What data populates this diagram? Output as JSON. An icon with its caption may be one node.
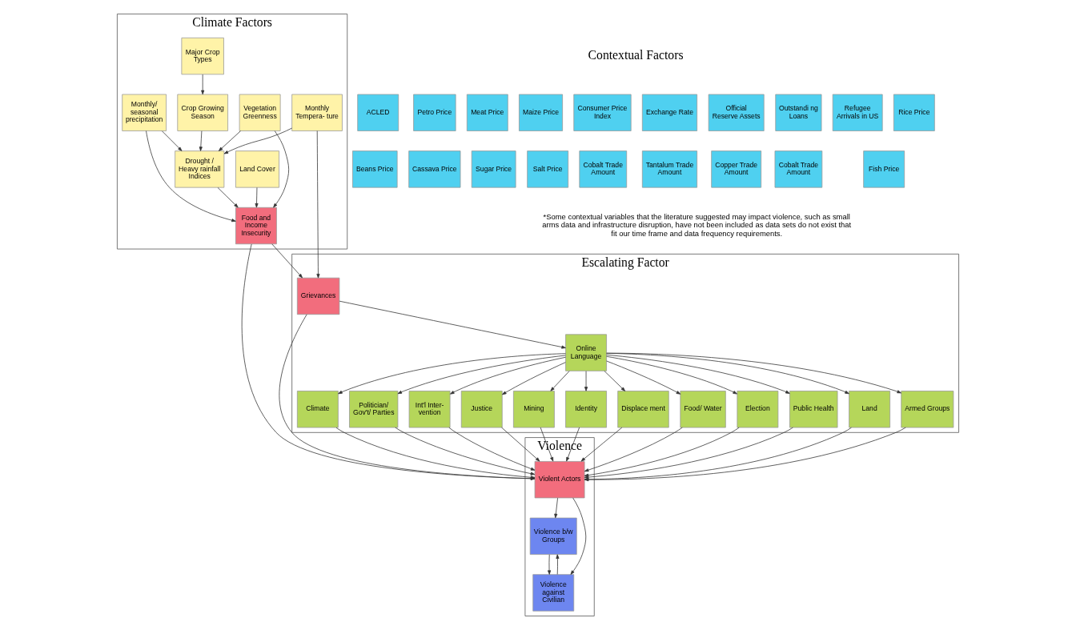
{
  "diagram": {
    "nodes": [
      {
        "text": [
          "Climate Factors"
        ]
      },
      {
        "text": [
          "Major Crop Types"
        ],
        "in": 0
      },
      {
        "text": [
          "Crop Growing Season"
        ],
        "in": 0
      },
      {
        "text": [
          "Monthly Tempera- ture"
        ],
        "in": 0
      },
      {
        "text": [
          "Monthly/ seasonal precipitation"
        ],
        "in": 0
      },
      {
        "text": [
          "Drought / Heavy rainfall Indices"
        ],
        "in": 0
      },
      {
        "text": [
          "Land Cover"
        ],
        "in": 0
      },
      {
        "text": [
          "Vegetation Greenness"
        ],
        "in": 0
      },
      {
        "text": [
          "Food and Income Insecurity"
        ],
        "in": 0
      },
      {
        "text": [
          "ACLED"
        ]
      },
      {
        "text": [
          "Petro Price"
        ]
      },
      {
        "text": [
          "Meat Price"
        ]
      },
      {
        "text": [
          "Maize Price"
        ]
      },
      {
        "text": [
          "Rice Price"
        ]
      },
      {
        "text": [
          "Consumer Price Index"
        ]
      },
      {
        "text": [
          "Exchange Rate"
        ]
      },
      {
        "text": [
          "Official Reserve Assets"
        ]
      },
      {
        "text": [
          "Outstandi ng Loans"
        ]
      },
      {
        "text": [
          "Refugee Arrivals in US"
        ]
      },
      {
        "text": [
          "Beans Price"
        ]
      },
      {
        "text": [
          "Cassava Price"
        ]
      },
      {
        "text": [
          "Sugar Price"
        ]
      },
      {
        "text": [
          "Salt Price"
        ]
      },
      {
        "text": [
          "Fish Price"
        ]
      },
      {
        "text": [
          "Cobalt Trade Amount"
        ]
      },
      {
        "text": [
          "Tantalum Trade Amount"
        ]
      },
      {
        "text": [
          "Copper Trade Amount"
        ]
      },
      {
        "text": [
          "Cobalt Trade Amount"
        ]
      },
      {
        "text": [
          "Escalating Factor"
        ]
      },
      {
        "text": [
          "Grievances"
        ],
        "in": 28
      },
      {
        "text": [
          "Online Language"
        ],
        "in": 28
      },
      {
        "text": [
          "Mining"
        ],
        "in": 28
      },
      {
        "text": [
          "Identity"
        ],
        "in": 28
      },
      {
        "text": [
          "Displace ment"
        ],
        "in": 28
      },
      {
        "text": [
          "Food/ Water"
        ],
        "in": 28
      },
      {
        "text": [
          "Election"
        ],
        "in": 28
      },
      {
        "text": [
          "Public Health"
        ],
        "in": 28
      },
      {
        "text": [
          "Land"
        ],
        "in": 28
      },
      {
        "text": [
          "Armed Groups"
        ],
        "in": 28
      },
      {
        "text": [
          "Climate"
        ],
        "in": 28
      },
      {
        "text": [
          "Politician/ Gov't/ Parties"
        ],
        "in": 28
      },
      {
        "text": [
          "Int'l Inter- vention"
        ],
        "in": 28
      },
      {
        "text": [
          "Justice"
        ],
        "in": 28
      },
      {
        "text": [
          "Violence"
        ]
      },
      {
        "text": [
          "Violent Actors"
        ],
        "in": 43
      },
      {
        "text": [
          "Violence b/w Groups"
        ],
        "in": 43
      },
      {
        "text": [
          "Violence against Civilian"
        ],
        "in": 43
      }
    ],
    "edges": [
      {
        "from": 1,
        "to": 2,
        "arrow": "to"
      },
      {
        "from": 2,
        "to": 5,
        "arrow": "to"
      },
      {
        "from": 3,
        "to": 5,
        "arrow": "to"
      },
      {
        "from": 4,
        "to": 5,
        "arrow": "to"
      },
      {
        "from": 7,
        "to": 5,
        "arrow": "to"
      },
      {
        "from": 5,
        "to": 8,
        "arrow": "to"
      },
      {
        "from": 7,
        "to": 8,
        "arrow": "to"
      },
      {
        "from": 4,
        "to": 8,
        "arrow": "to"
      },
      {
        "from": 6,
        "to": 8,
        "arrow": "to"
      },
      {
        "from": 3,
        "to": 29,
        "arrow": "to"
      },
      {
        "from": 8,
        "to": 29,
        "arrow": "to"
      },
      {
        "from": 8,
        "to": 44,
        "arrow": "to"
      },
      {
        "from": 29,
        "to": 44,
        "arrow": "to"
      },
      {
        "from": 29,
        "to": 30,
        "arrow": "to"
      },
      {
        "from": 30,
        "to": 31,
        "arrow": "to"
      },
      {
        "from": 30,
        "to": 32,
        "arrow": "to"
      },
      {
        "from": 30,
        "to": 33,
        "arrow": "to"
      },
      {
        "from": 30,
        "to": 34,
        "arrow": "to"
      },
      {
        "from": 30,
        "to": 35,
        "arrow": "to"
      },
      {
        "from": 30,
        "to": 36,
        "arrow": "to"
      },
      {
        "from": 30,
        "to": 37,
        "arrow": "to"
      },
      {
        "from": 30,
        "to": 38,
        "arrow": "to"
      },
      {
        "from": 30,
        "to": 39,
        "arrow": "to"
      },
      {
        "from": 30,
        "to": 40,
        "arrow": "to"
      },
      {
        "from": 30,
        "to": 41,
        "arrow": "to"
      },
      {
        "from": 30,
        "to": 42,
        "arrow": "to"
      },
      {
        "from": 31,
        "to": 44,
        "arrow": "to"
      },
      {
        "from": 32,
        "to": 44,
        "arrow": "to"
      },
      {
        "from": 33,
        "to": 44,
        "arrow": "to"
      },
      {
        "from": 34,
        "to": 44,
        "arrow": "to"
      },
      {
        "from": 35,
        "to": 44,
        "arrow": "to"
      },
      {
        "from": 36,
        "to": 44,
        "arrow": "to"
      },
      {
        "from": 37,
        "to": 44,
        "arrow": "to"
      },
      {
        "from": 38,
        "to": 44,
        "arrow": "to"
      },
      {
        "from": 39,
        "to": 44,
        "arrow": "to"
      },
      {
        "from": 40,
        "to": 44,
        "arrow": "to"
      },
      {
        "from": 41,
        "to": 44,
        "arrow": "to"
      },
      {
        "from": 42,
        "to": 44,
        "arrow": "to"
      },
      {
        "from": 44,
        "to": 45,
        "arrow": "to"
      },
      {
        "from": 44,
        "to": 46,
        "arrow": "to"
      },
      {
        "from": 45,
        "to": 46,
        "arrow": "to"
      },
      {
        "from": 46,
        "to": 45,
        "arrow": "to"
      }
    ],
    "labels": [
      "Contextual Factors",
      "*Some contextual variables that the literature suggested may impact violence, such as small arms data and infrastructure disruption, have not been included as data sets do not exist that fit our time frame and data frequency requirements."
    ]
  }
}
